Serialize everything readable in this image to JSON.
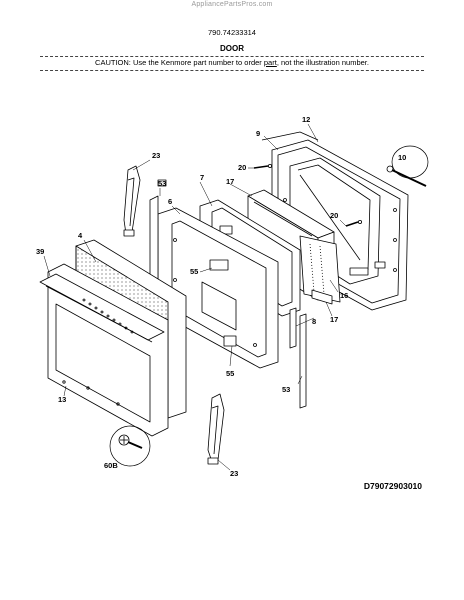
{
  "header": {
    "site": "AppliancePartsPros.com",
    "model": "790.74233314",
    "title": "DOOR",
    "caution_prefix": "CAUTION: Use the Kenmore part number to order ",
    "caution_part": "part",
    "caution_suffix": ", not the illustration number."
  },
  "diagram": {
    "code": "D79072903010",
    "callouts": {
      "c4": "4",
      "c6": "6",
      "c7": "7",
      "c8": "8",
      "c9": "9",
      "c10": "10",
      "c12": "12",
      "c13": "13",
      "c16": "16",
      "c17a": "17",
      "c17b": "17",
      "c20a": "20",
      "c20b": "20",
      "c23a": "23",
      "c23b": "23",
      "c39": "39",
      "c53a": "53",
      "c53b": "53",
      "c55a": "55",
      "c55b": "55",
      "c60b": "60B"
    }
  }
}
